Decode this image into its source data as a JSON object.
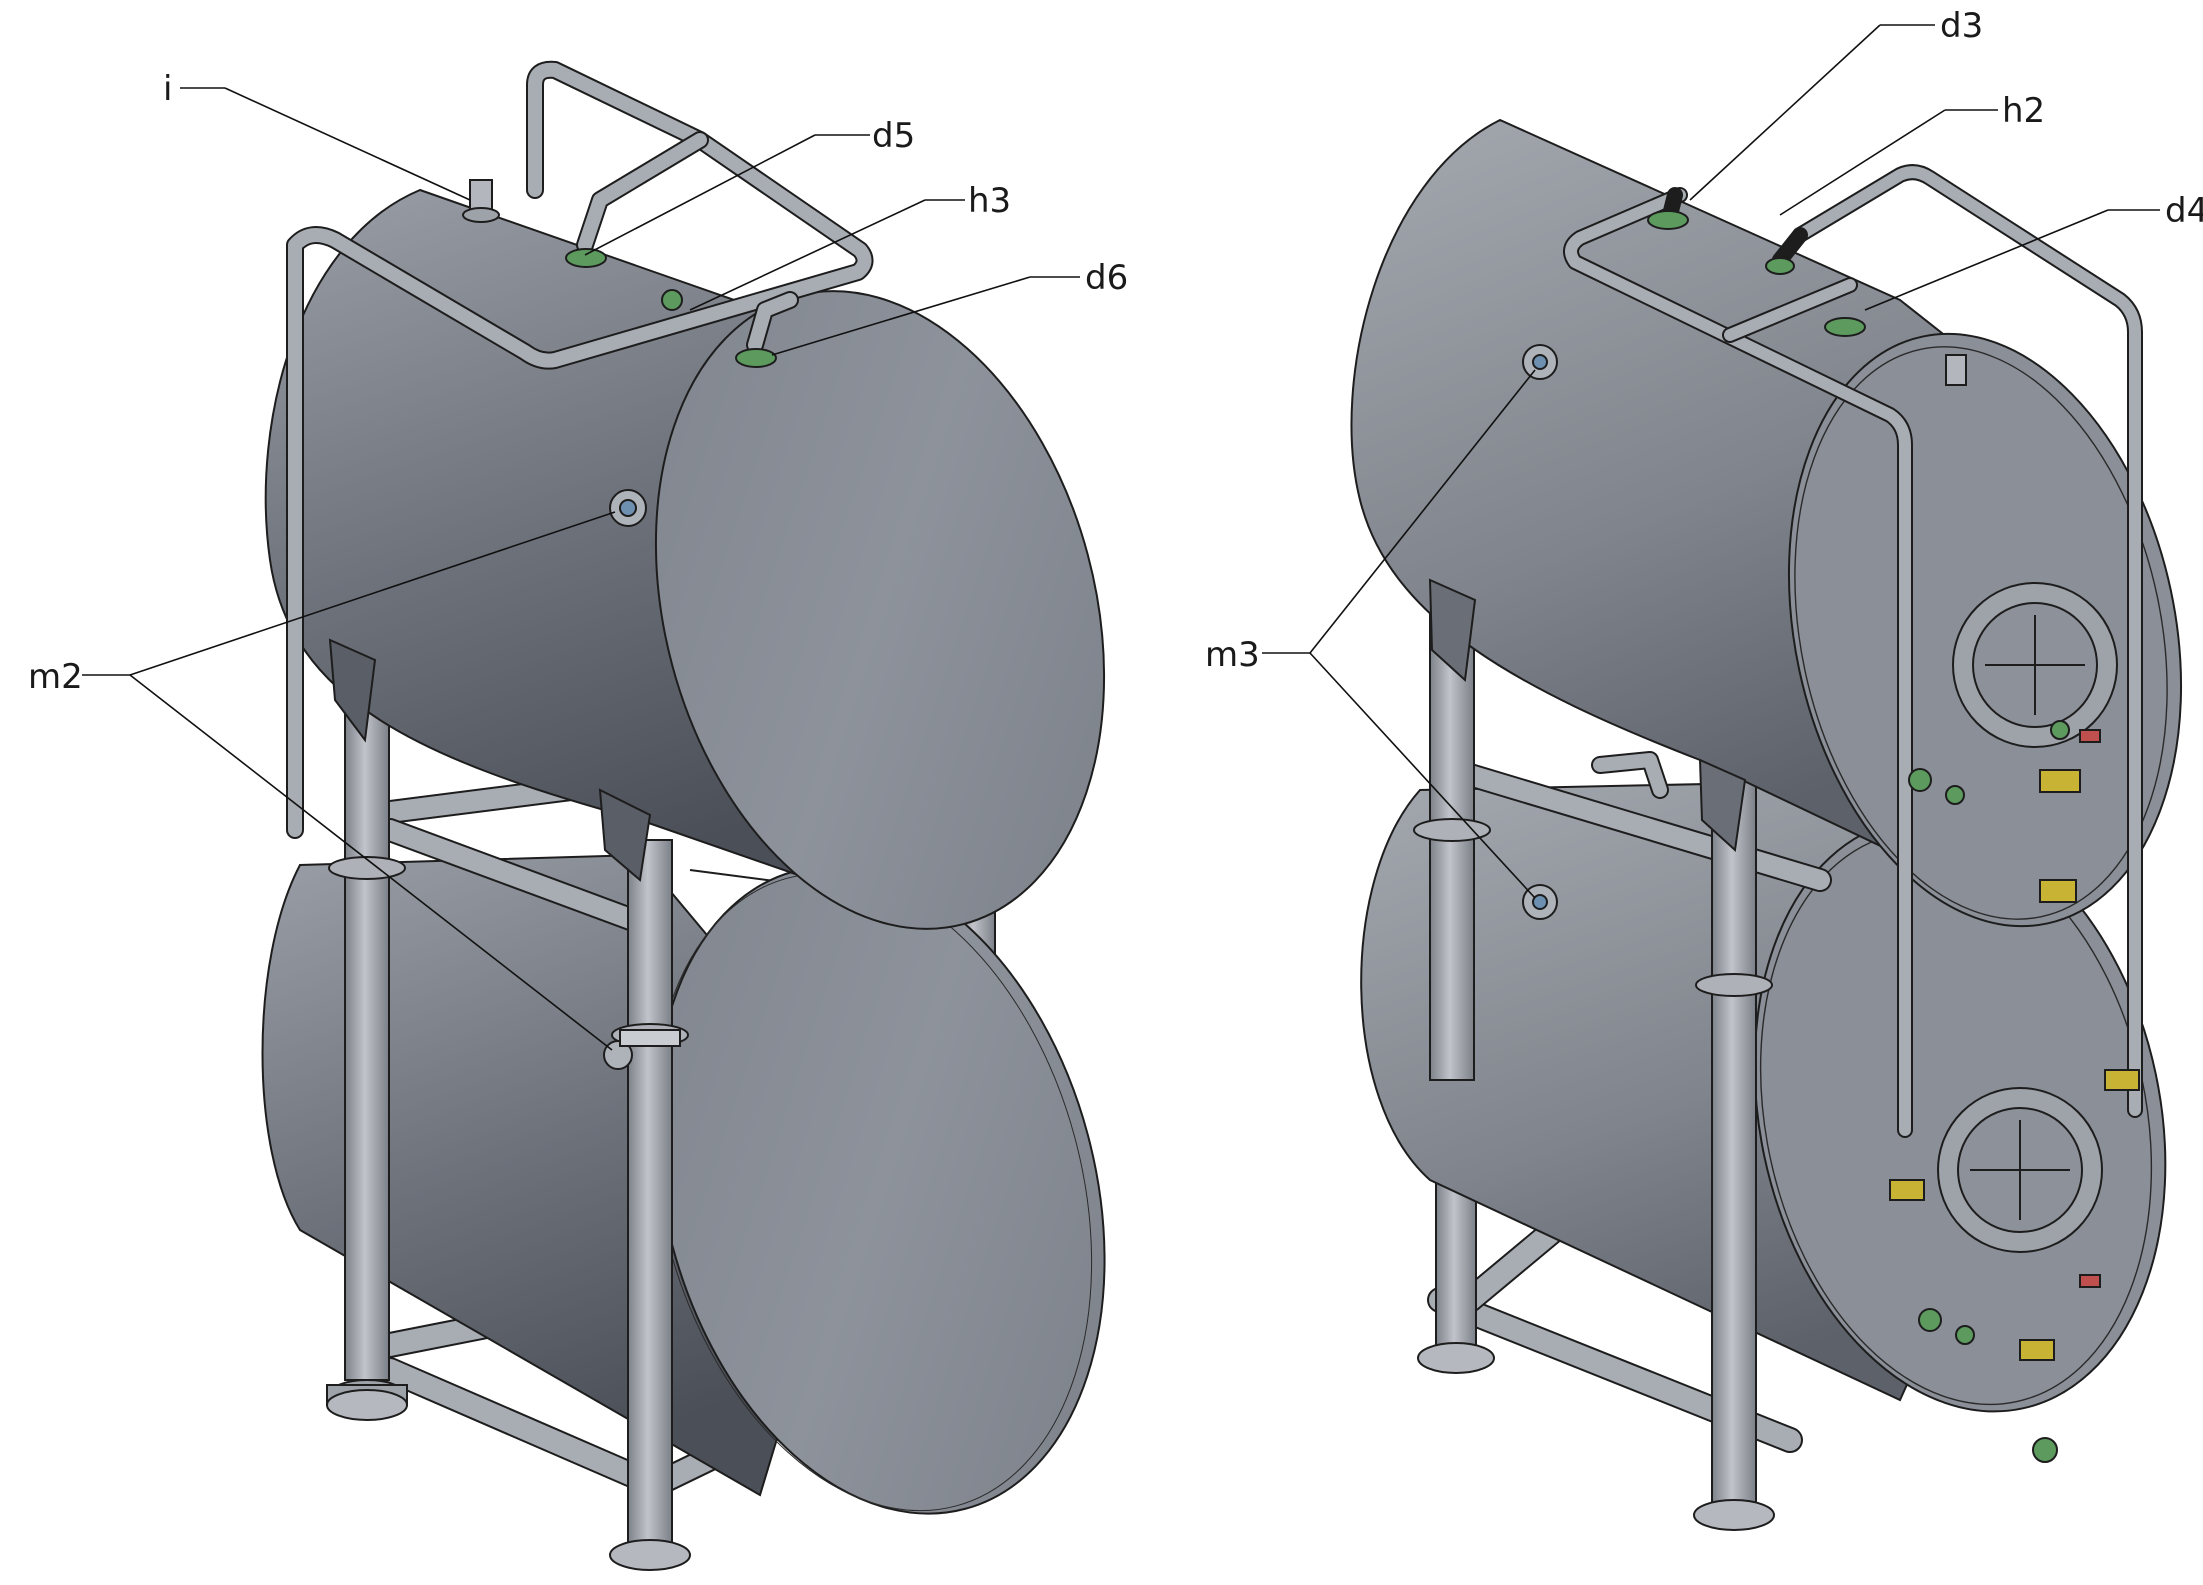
{
  "callouts": {
    "i": "i",
    "d5": "d5",
    "h3": "h3",
    "d6": "d6",
    "m2": "m2",
    "d3": "d3",
    "h2": "h2",
    "d4": "d4",
    "m3": "m3"
  },
  "colors": {
    "shell_light": "#8c9099",
    "shell_dark": "#4c5058",
    "head_light": "#8a8f98",
    "pipe": "#a8acb3",
    "fitting_green": "#4f8f52",
    "fitting_yellow": "#c8b335",
    "valve_red": "#c0504d",
    "line": "#111111"
  }
}
